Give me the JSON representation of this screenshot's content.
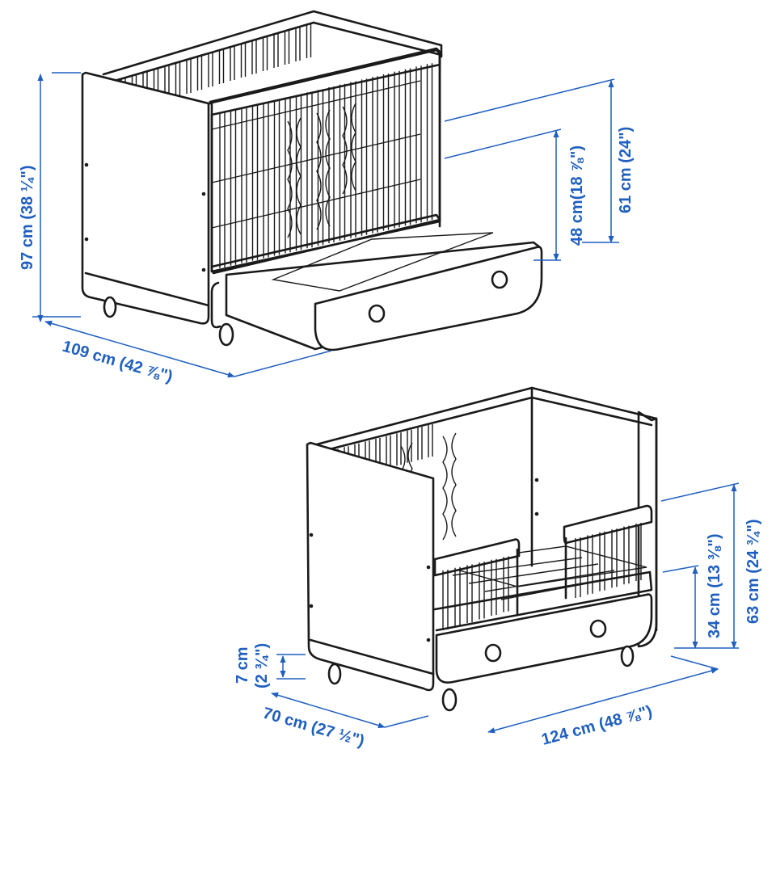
{
  "colors": {
    "dimension": "#1f5fbf",
    "line": "#1a1a1a",
    "background": "#ffffff"
  },
  "top_view": {
    "height_total": "97 cm (38 ¼\")",
    "width": "109 cm (42 ⅞\")",
    "side_height": "61 cm (24\")",
    "base_height": "48 cm(18 ⅞\")"
  },
  "bottom_view": {
    "leg_height_value": "7 cm",
    "leg_height_inch": "(2 ¾\")",
    "depth": "70 cm (27 ½\")",
    "length": "124 cm (48 ⅞\")",
    "rail_height": "34 cm (13 ⅜\")",
    "side_height": "63 cm (24 ¾\")"
  }
}
